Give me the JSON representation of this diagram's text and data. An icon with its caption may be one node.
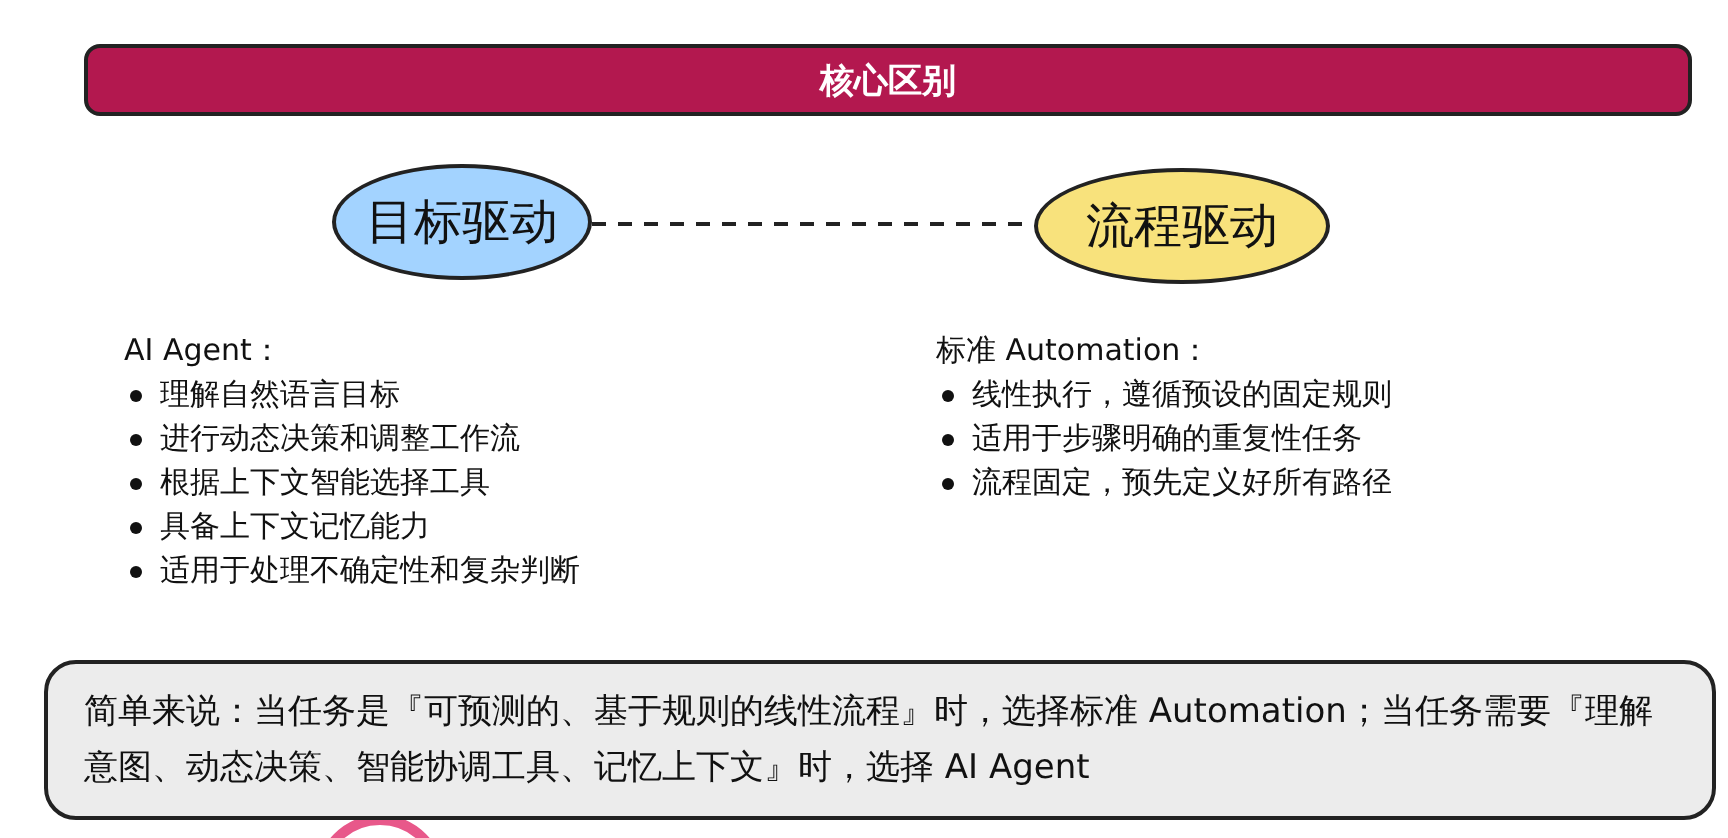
{
  "diagram": {
    "nodes": [
      {
        "text": [
          "核心区别"
        ]
      },
      {
        "text": [
          "目标驱动"
        ]
      },
      {
        "text": [
          "流程驱动"
        ]
      },
      {
        "text": [
          "简单来说：当任务是『可预测的、基于规则的线性流程』时，选择标准 Automation；当任务需要『理解意图、动态决策、智能协调工具、记忆上下文』时，选择 AI Agent"
        ]
      }
    ],
    "edges": [
      {
        "from": 1,
        "to": 2,
        "arrow": "none",
        "style": "dashed"
      }
    ],
    "labels": [
      "AI Agent：",
      "理解自然语言目标",
      "进行动态决策和调整工作流",
      "根据上下文智能选择工具",
      "具备上下文记忆能力",
      "适用于处理不确定性和复杂判断",
      "标准 Automation：",
      "线性执行，遵循预设的固定规则",
      "适用于步骤明确的重复性任务",
      "流程固定，预先定义好所有路径"
    ]
  }
}
